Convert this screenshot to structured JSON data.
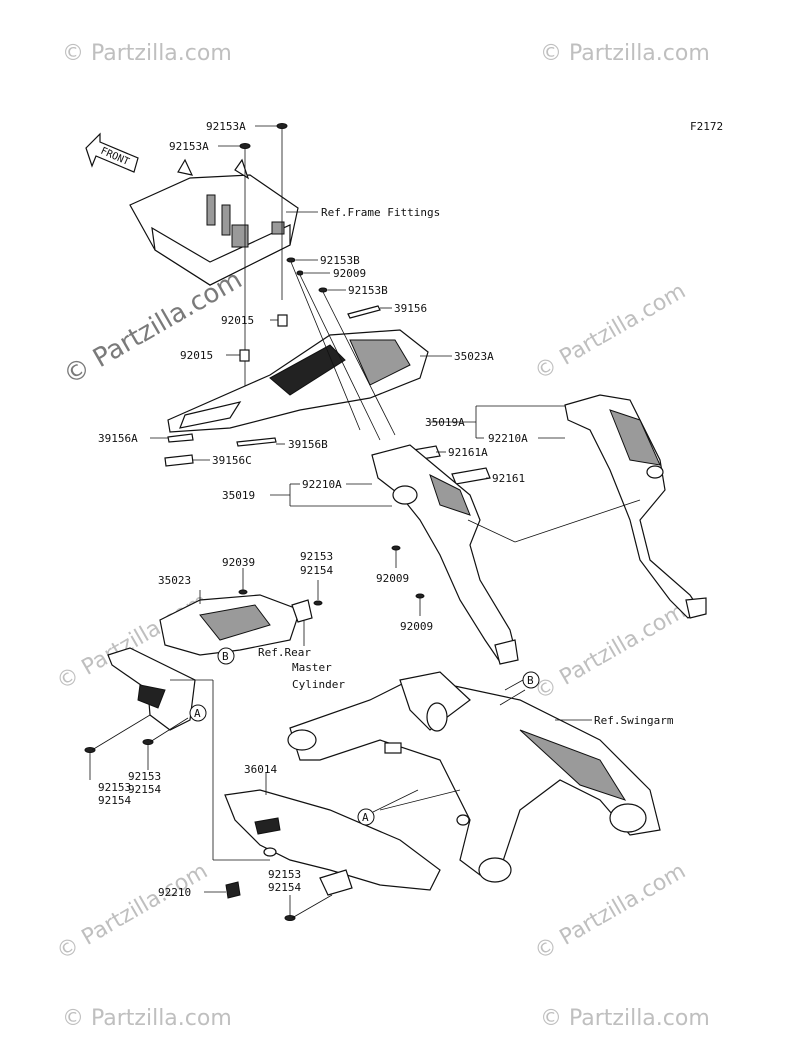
{
  "diagram_code": "F2172",
  "front_label": "FRONT",
  "watermarks": {
    "brand": "© Partzilla.com",
    "center": "© Partzilla.com"
  },
  "callouts": {
    "c_92153A_top": "92153A",
    "c_92153A_left": "92153A",
    "c_ref_frame": "Ref.Frame Fittings",
    "c_92153B_1": "92153B",
    "c_92009_1": "92009",
    "c_92153B_2": "92153B",
    "c_39156": "39156",
    "c_92015_1": "92015",
    "c_92015_2": "92015",
    "c_35023A": "35023A",
    "c_35019A": "35019A",
    "c_92210A_1": "92210A",
    "c_39156A": "39156A",
    "c_39156B": "39156B",
    "c_92161A": "92161A",
    "c_39156C": "39156C",
    "c_92161": "92161",
    "c_35019": "35019",
    "c_92210A_2": "92210A",
    "c_92039": "92039",
    "c_92153_1": "92153",
    "c_92154_1": "92154",
    "c_35023": "35023",
    "c_92009_2": "92009",
    "c_92009_3": "92009",
    "c_ref_rear_1": "Ref.Rear",
    "c_ref_rear_2": "Master",
    "c_ref_rear_3": "Cylinder",
    "c_ref_swingarm": "Ref.Swingarm",
    "c_92153_2": "92153",
    "c_92154_2": "92154",
    "c_92153_3": "92153",
    "c_92154_3": "92154",
    "c_36014": "36014",
    "c_92210": "92210",
    "c_92153_4": "92153",
    "c_92154_4": "92154"
  },
  "markers": {
    "A": "A",
    "B": "B"
  }
}
